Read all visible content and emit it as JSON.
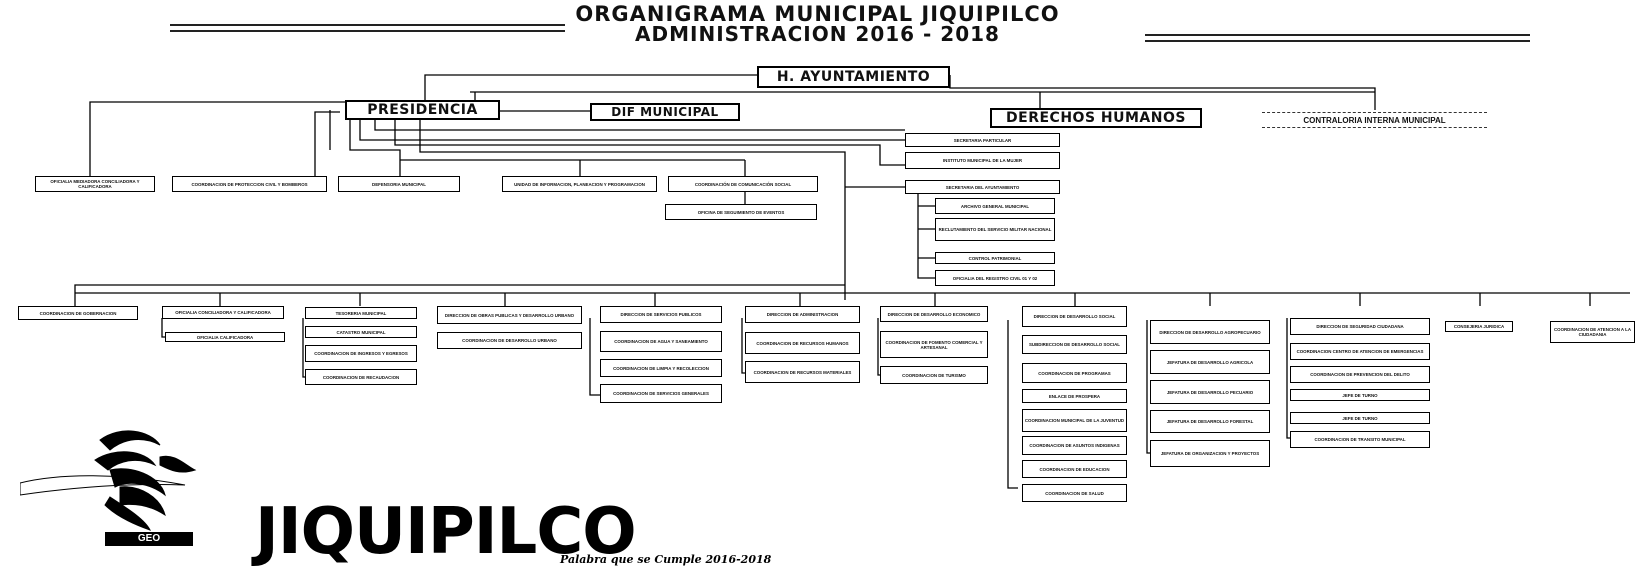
{
  "title": {
    "line1": "ORGANIGRAMA MUNICIPAL JIQUIPILCO",
    "line2": "ADMINISTRACION 2016 - 2018"
  },
  "top": {
    "ayuntamiento": "H. AYUNTAMIENTO",
    "presidencia": "PRESIDENCIA",
    "dif": "DIF MUNICIPAL",
    "derechos": "DERECHOS HUMANOS",
    "contraloria": "CONTRALORIA INTERNA MUNICIPAL"
  },
  "presidencia_units": [
    "OFICIALIA MEDIADORA CONCILIADORA Y CALIFICADORA",
    "COORDINACION DE PROTECCION CIVIL Y BOMBEROS",
    "DEFENSORIA MUNICIPAL",
    "UNIDAD DE INFORMACION, PLANEACION Y PROGRAMACION",
    "COORDINACIÓN DE COMUNICACIÓN SOCIAL"
  ],
  "comunicacion_sub": "OFICINA DE SEGUIMIENTO DE EVENTOS",
  "right_column": {
    "secretaria_particular": "SECRETARIA PARTICULAR",
    "instituto": "INSTITUTO MUNICIPAL DE LA MUJER",
    "secretaria_ayuntamiento": "SECRETARIA DEL AYUNTAMIENTO",
    "sub": [
      "ARCHIVO GENERAL MUNICIPAL",
      "RECLUTAMIENTO DEL SERVICIO MILITAR NACIONAL",
      "CONTROL PATRIMONIAL",
      "OFICIALIA DEL REGISTRO CIVIL 01 Y 02"
    ]
  },
  "departments": [
    {
      "name": "COORDINACION DE GOBERNACION",
      "subs": []
    },
    {
      "name": "OFICIALIA CONCILIADORA Y CALIFICADORA",
      "subs": [
        "OFICIALIA CALIFICADORA"
      ]
    },
    {
      "name": "TESORERIA MUNICIPAL",
      "subs": [
        "CATASTRO MUNICIPAL",
        "COORDINACION DE INGRESOS Y EGRESOS",
        "COORDINACION DE RECAUDACION"
      ]
    },
    {
      "name": "DIRECCION DE OBRAS PUBLICAS Y DESARROLLO URBANO",
      "subs": [
        "COORDINACION DE DESARROLLO URBANO"
      ]
    },
    {
      "name": "DIRECCION DE SERVICIOS PUBLICOS",
      "subs": [
        "COORDINACION DE AGUA Y SANEAMIENTO",
        "COORDINACION DE LIMPIA Y RECOLECCION",
        "COORDINACION DE SERVICIOS GENERALES"
      ]
    },
    {
      "name": "DIRECCION DE ADMINISTRACION",
      "subs": [
        "COORDINACION DE RECURSOS HUMANOS",
        "COORDINACION DE RECURSOS MATERIALES"
      ]
    },
    {
      "name": "DIRECCION DE DESARROLLO ECONOMICO",
      "subs": [
        "COORDINACION DE FOMENTO COMERCIAL Y ARTESANAL",
        "COORDINACION DE TURISMO"
      ]
    },
    {
      "name": "DIRECCION DE DESARROLLO SOCIAL",
      "subs": [
        "SUBDIRECCION DE DESARROLLO SOCIAL",
        "COORDINACION DE PROGRAMAS",
        "ENLACE DE PROSPERA",
        "COORDINACION MUNICIPAL DE LA JUVENTUD",
        "COORDINACION DE ASUNTOS INDIGENAS",
        "COORDINACION DE EDUCACION",
        "COORDINACION DE SALUD"
      ]
    },
    {
      "name": "DIRECCION DE DESARROLLO AGROPECUARIO",
      "subs": [
        "JEFATURA DE DESARROLLO AGRICOLA",
        "JEFATURA DE DESARROLLO PECUARIO",
        "JEFATURA DE DESARROLLO FORESTAL",
        "JEFATURA DE ORGANIZACION Y PROYECTOS"
      ]
    },
    {
      "name": "DIRECCION DE SEGURIDAD CIUDADANA",
      "subs": [
        "COORDINACION CENTRO DE ATENCION DE EMERGENCIAS",
        "COORDINACION DE PREVENCION DEL DELITO",
        "JEFE DE TURNO",
        "JEFE DE TURNO",
        "COORDINACION DE TRANSITO MUNICIPAL"
      ]
    },
    {
      "name": "CONSEJERIA JURIDICA",
      "subs": []
    },
    {
      "name": "COORDINACION DE ATENCION A LA CIUDADANIA",
      "subs": []
    }
  ],
  "logo": {
    "word": "JIQUIPILCO",
    "badge": "GEO",
    "tagline": "Palabra que se Cumple 2016-2018"
  }
}
